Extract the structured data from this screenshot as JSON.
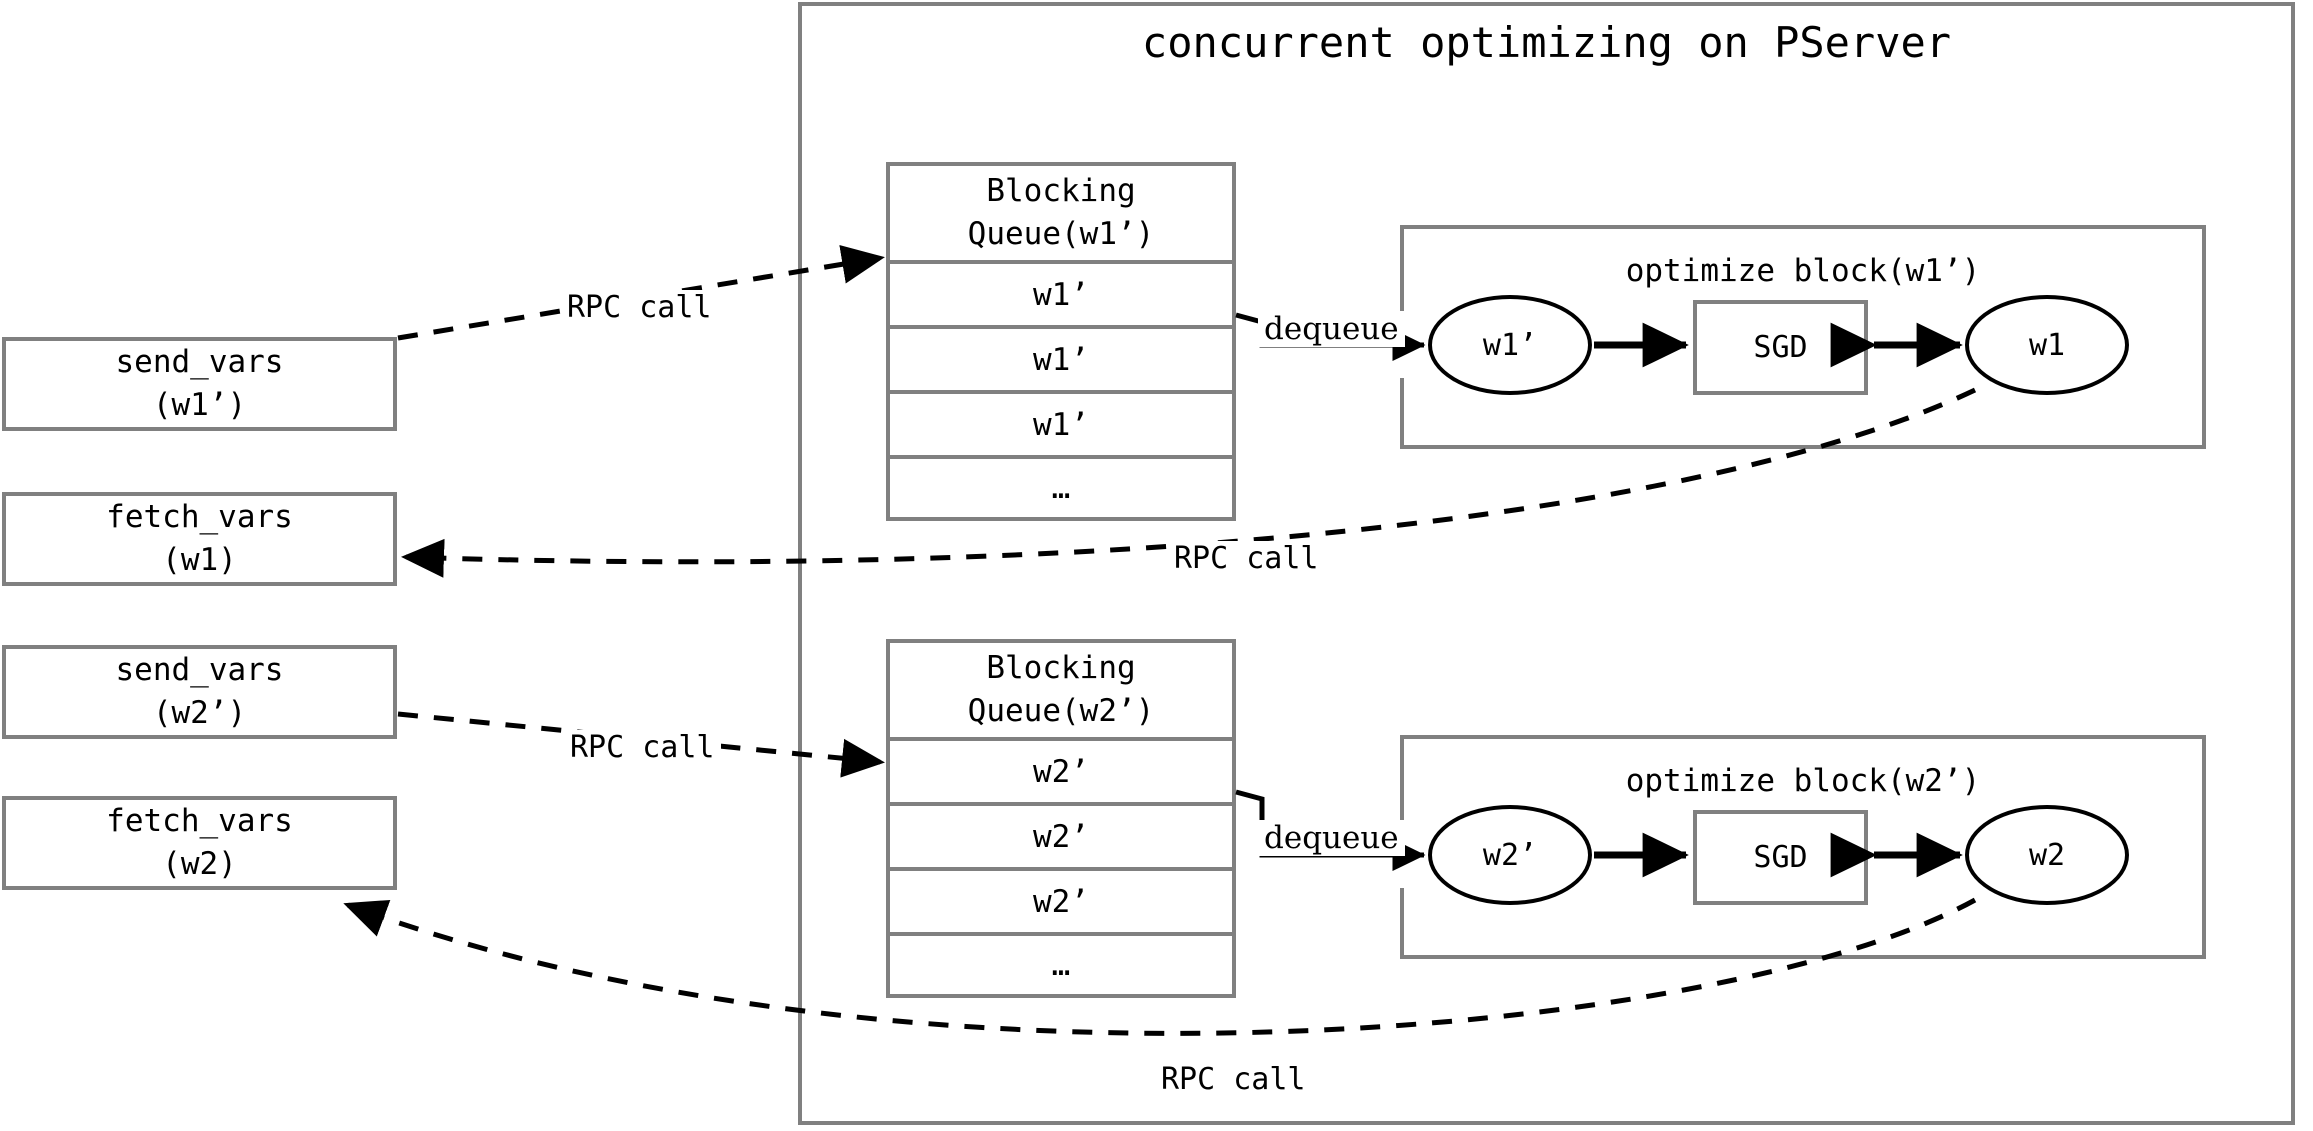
{
  "title": "concurrent optimizing on PServer",
  "colors": {
    "border_gray": "#808080",
    "node_black": "#000000",
    "background": "#ffffff",
    "text": "#000000"
  },
  "left_boxes": [
    {
      "line1": "send_vars",
      "line2": "(w1’)"
    },
    {
      "line1": "fetch_vars",
      "line2": "(w1)"
    },
    {
      "line1": "send_vars",
      "line2": "(w2’)"
    },
    {
      "line1": "fetch_vars",
      "line2": "(w2)"
    }
  ],
  "queues": [
    {
      "header_line1": "Blocking",
      "header_line2": "Queue(w1’)",
      "cells": [
        "w1’",
        "w1’",
        "w1’",
        "…"
      ]
    },
    {
      "header_line1": "Blocking",
      "header_line2": "Queue(w2’)",
      "cells": [
        "w2’",
        "w2’",
        "w2’",
        "…"
      ]
    }
  ],
  "optimize_blocks": [
    {
      "title": "optimize block(w1’)",
      "input_node": "w1’",
      "op": "SGD",
      "output_node": "w1"
    },
    {
      "title": "optimize block(w2’)",
      "input_node": "w2’",
      "op": "SGD",
      "output_node": "w2"
    }
  ],
  "edge_labels": {
    "rpc_send_w1": "RPC call",
    "rpc_fetch_w1": "RPC call",
    "rpc_send_w2": "RPC call",
    "rpc_fetch_w2": "RPC call",
    "dequeue_1": "dequeue",
    "dequeue_2": "dequeue"
  }
}
